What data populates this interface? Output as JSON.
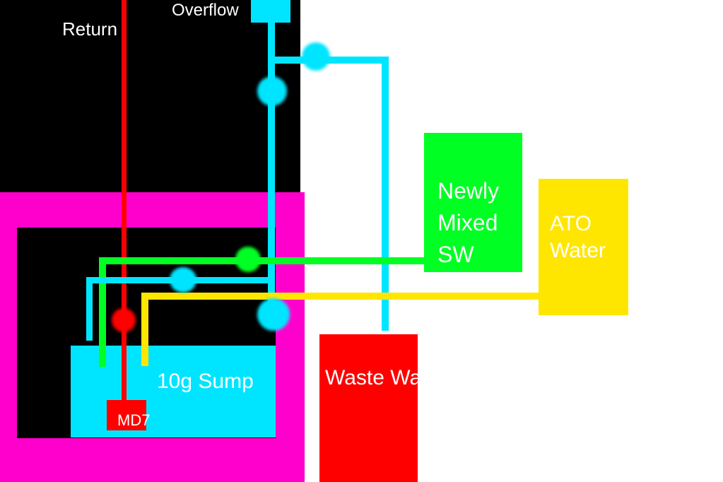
{
  "labels": {
    "return": "Return",
    "overflow": "Overflow",
    "sump": "10g Sump",
    "pump": "MD7",
    "waste": "Waste Water",
    "new_sw": "Newly Mixed SW",
    "ato": "ATO Water"
  },
  "colors": {
    "background": "#ffffff",
    "tank": "#000000",
    "stand": "#ff00cc",
    "water_cyan": "#00e5ff",
    "return_red": "#ff0000",
    "saltwater_green": "#00ff22",
    "ato_yellow": "#ffe600",
    "waste_red": "#ff0000"
  }
}
